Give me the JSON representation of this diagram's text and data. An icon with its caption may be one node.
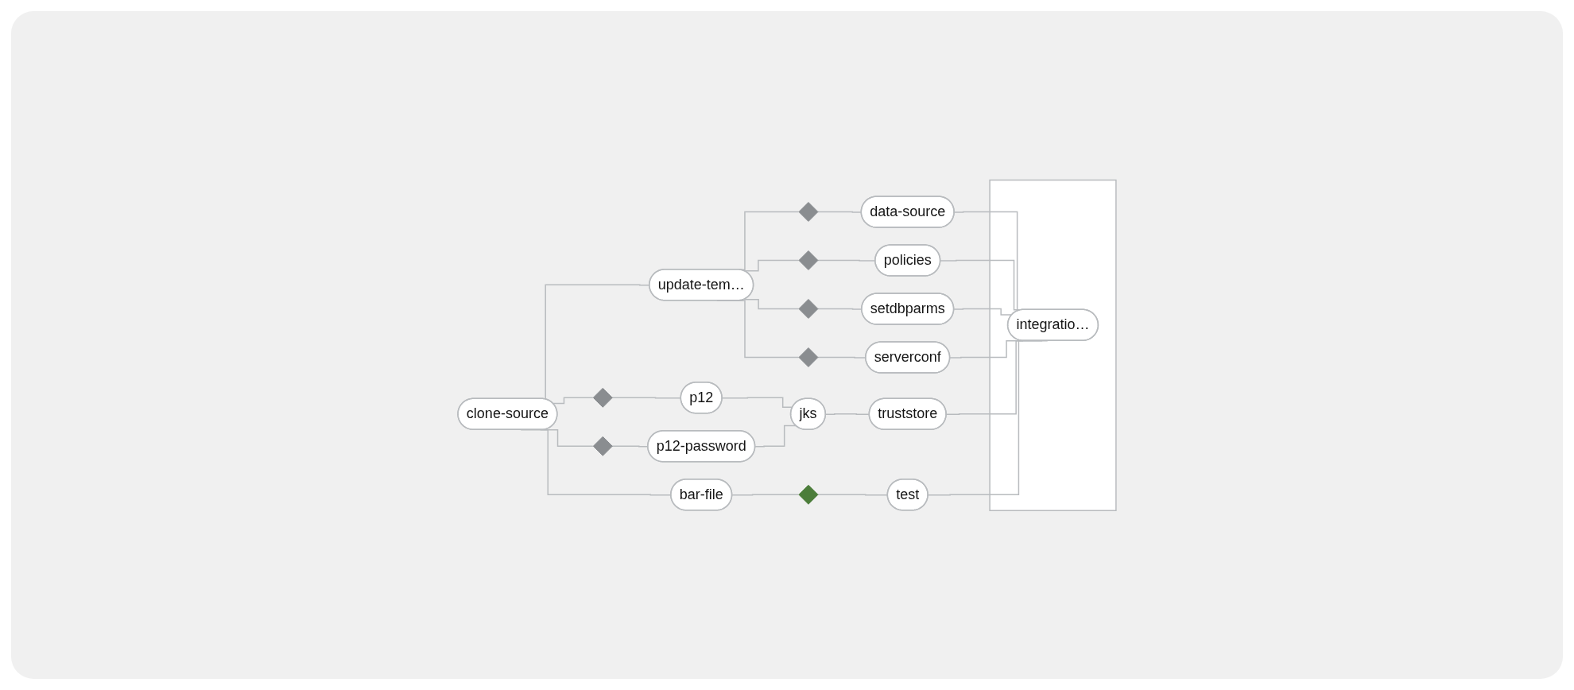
{
  "diagram": {
    "nodes": [
      {
        "text": [
          "clone-source"
        ]
      },
      {
        "text": [],
        "shape": "diamond"
      },
      {
        "text": [
          "p12"
        ]
      },
      {
        "text": [],
        "shape": "diamond"
      },
      {
        "text": [
          "p12-password"
        ]
      },
      {
        "text": [
          "update-tem…"
        ]
      },
      {
        "text": [
          "jks"
        ]
      },
      {
        "text": [
          "bar-file"
        ]
      },
      {
        "text": [],
        "shape": "diamond"
      },
      {
        "text": [
          "data-source"
        ]
      },
      {
        "text": [],
        "shape": "diamond"
      },
      {
        "text": [
          "policies"
        ]
      },
      {
        "text": [],
        "shape": "diamond"
      },
      {
        "text": [
          "setdbparms"
        ]
      },
      {
        "text": [],
        "shape": "diamond"
      },
      {
        "text": [
          "serverconf"
        ]
      },
      {
        "text": [
          "truststore"
        ]
      },
      {
        "text": [],
        "shape": "diamond"
      },
      {
        "text": [
          "test"
        ]
      },
      {
        "text": [],
        "shape": "box"
      },
      {
        "text": [
          "integratio…"
        ],
        "in": 19
      }
    ],
    "edges": [
      {
        "from": 0,
        "to": 5,
        "arrow": "none"
      },
      {
        "from": 0,
        "to": 1,
        "arrow": "none"
      },
      {
        "from": 1,
        "to": 2,
        "arrow": "none"
      },
      {
        "from": 0,
        "to": 3,
        "arrow": "none"
      },
      {
        "from": 3,
        "to": 4,
        "arrow": "none"
      },
      {
        "from": 0,
        "to": 7,
        "arrow": "none"
      },
      {
        "from": 2,
        "to": 6,
        "arrow": "none"
      },
      {
        "from": 4,
        "to": 6,
        "arrow": "none"
      },
      {
        "from": 5,
        "to": 8,
        "arrow": "none"
      },
      {
        "from": 8,
        "to": 9,
        "arrow": "none"
      },
      {
        "from": 5,
        "to": 10,
        "arrow": "none"
      },
      {
        "from": 10,
        "to": 11,
        "arrow": "none"
      },
      {
        "from": 5,
        "to": 12,
        "arrow": "none"
      },
      {
        "from": 12,
        "to": 13,
        "arrow": "none"
      },
      {
        "from": 5,
        "to": 14,
        "arrow": "none"
      },
      {
        "from": 14,
        "to": 15,
        "arrow": "none"
      },
      {
        "from": 6,
        "to": 16,
        "arrow": "none"
      },
      {
        "from": 7,
        "to": 17,
        "arrow": "none"
      },
      {
        "from": 17,
        "to": 18,
        "arrow": "none"
      },
      {
        "from": 9,
        "to": 20,
        "arrow": "none"
      },
      {
        "from": 11,
        "to": 20,
        "arrow": "none"
      },
      {
        "from": 13,
        "to": 20,
        "arrow": "none"
      },
      {
        "from": 15,
        "to": 20,
        "arrow": "none"
      },
      {
        "from": 16,
        "to": 20,
        "arrow": "none"
      },
      {
        "from": 18,
        "to": 20,
        "arrow": "none"
      }
    ]
  }
}
